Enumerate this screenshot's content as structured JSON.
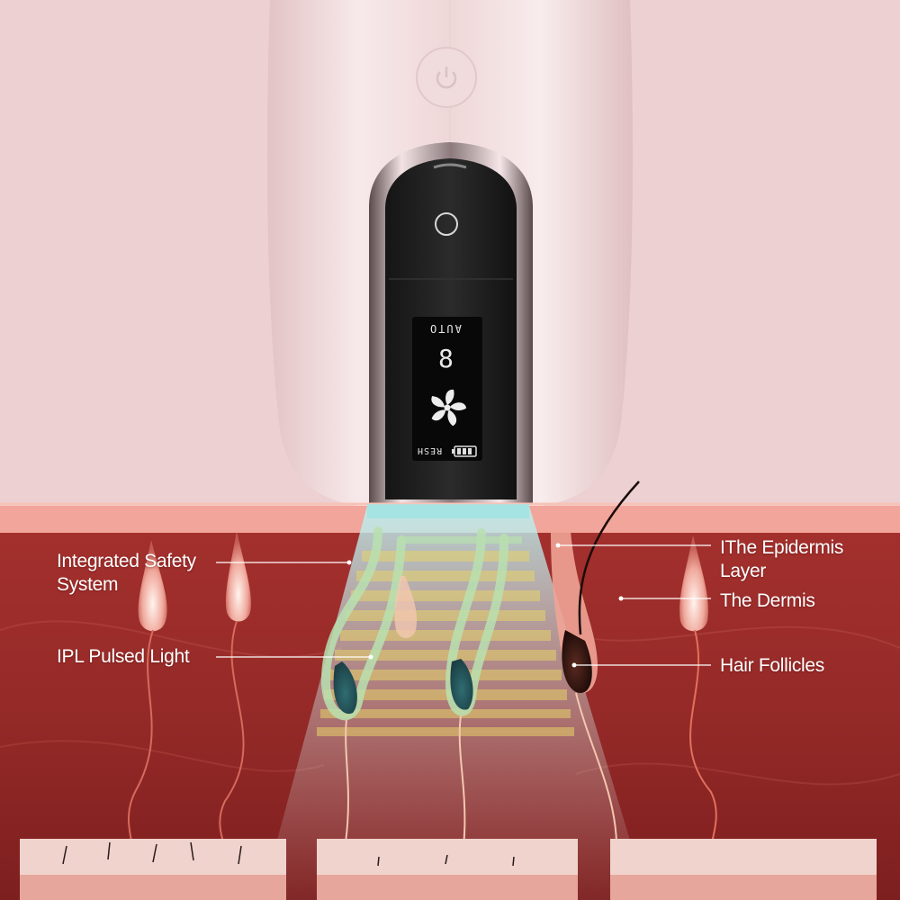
{
  "device": {
    "screen": {
      "mode_text": "AUTO",
      "level_digit": "8",
      "fan_icon": "fan-icon",
      "status_text": "RESH",
      "battery_icon": "battery-icon"
    },
    "power_icon": "power-icon"
  },
  "callouts": {
    "safety": [
      "Integrated Safety",
      "System"
    ],
    "ipl": "IPL Pulsed Light",
    "epidermis": [
      "IThe Epidermis",
      "Layer"
    ],
    "dermis": "The Dermis",
    "follicles": "Hair Follicles"
  },
  "colors": {
    "background": "#ecd0d2",
    "dermis": "#9c2a28",
    "epidermis": "#f2a59a",
    "beam": "#8fd3d6"
  }
}
